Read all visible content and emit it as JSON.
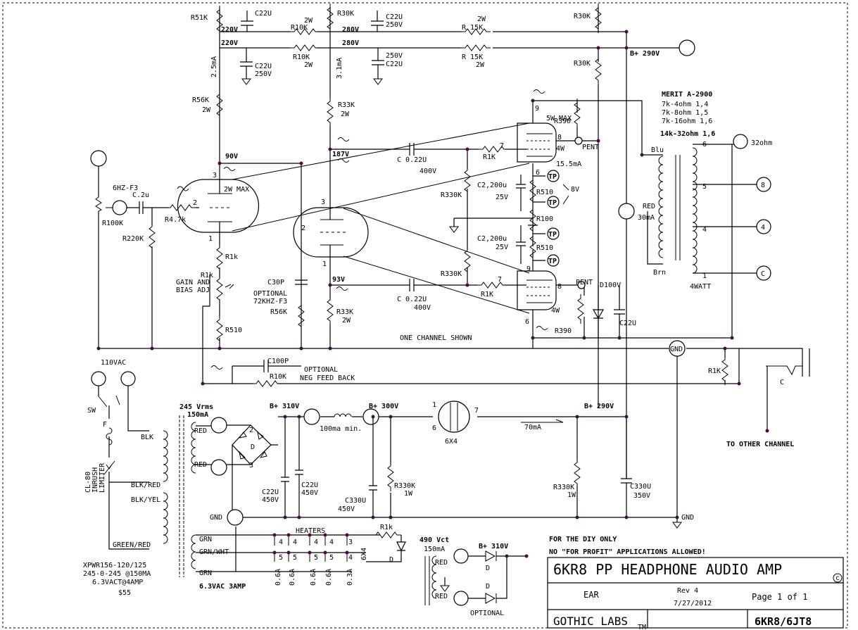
{
  "labels": {
    "r51k": "R51K",
    "c22u_top": "C22U",
    "v220_a": "220V",
    "v220_b": "220V",
    "r10k_a": "R10K",
    "r10k_a_w": "2W",
    "r10k_b": "R10K",
    "r10k_b_w": "2W",
    "r30k_a": "R30K",
    "v280_a": "280V",
    "v280_b": "280V",
    "c22u_mid": "C22U",
    "c22u_mid_v": "250V",
    "c250_a": "250V",
    "c250_a_c": "C22U",
    "r15k_a": "R 15K",
    "r15k_a_w": "2W",
    "r15k_b": "R 15K",
    "r15k_b_w": "2W",
    "r30k_b": "R30K",
    "r30k_c": "R30K",
    "bplus290_top": "B+ 290V",
    "ma25": "2.5mA",
    "ma31": "3.1mA",
    "c22u_left": "C22U",
    "c22u_left_v": "250V",
    "r56k_a": "R56K",
    "r56k_a_w": "2W",
    "r33k_a": "R33K",
    "r33k_a_w": "2W",
    "v90": "90V",
    "v187": "187V",
    "max2w": "2W MAX",
    "input_tube": "6HZ-F3",
    "c2u": "C.2u",
    "r47k": "R4.7k",
    "r100k": "R100K",
    "r220k": "R220K",
    "r1k_cath": "R1k",
    "r1k_gain": "R1k",
    "gain_adj": "GAIN AND",
    "bias_adj": "BIAS ADJ",
    "r510_cath": "R510",
    "c30p": "C30P",
    "optional": "OPTIONAL",
    "opt_72k": "72KHZ-F3",
    "r56k_b": "R56K",
    "v93": "93V",
    "r33k_b": "R33K",
    "r33k_b_w": "2W",
    "c022_a": "C 0.22U",
    "c022_a_v": "400V",
    "c022_b": "C 0.22U",
    "c022_b_v": "400V",
    "r1k_g1": "R1K",
    "r1k_g2": "R1K",
    "r330k_a": "R330K",
    "r330k_b": "R330K",
    "max5w": "5W MAX",
    "w4_a": "4W",
    "w4_b": "4W",
    "ma155": "15.5mA",
    "c2200_a": "C2,200u",
    "v25_a": "25V",
    "c2200_b": "C2,200u",
    "v25_b": "25V",
    "r510_a": "R510",
    "r510_b": "R510",
    "r100": "R100",
    "v8": "8V",
    "tp": "TP",
    "r390_a": "R390",
    "r390_b": "R390",
    "pent_a": "PENT",
    "pent_b": "PENT",
    "d100v": "D100V",
    "c22u_right": "C22U",
    "one_channel": "ONE CHANNEL SHOWN",
    "merit": "MERIT A-2900",
    "tap1": "7k-4ohm   1,4",
    "tap2": "7k-8ohm   1,5",
    "tap3": "7k-16ohm  1,6",
    "tap4": "14k-32ohm 1,6",
    "ohm32": "32ohm",
    "blu": "Blu",
    "red": "RED",
    "ma30": "30mA",
    "brn": "Brn",
    "watt4": "4WATT",
    "out8": "8",
    "out4": "4",
    "outC": "C",
    "gnd": "GND",
    "r1k_fb": "R1K",
    "c100p": "C100P",
    "r10k_fb": "R10K",
    "opt_fb": "OPTIONAL",
    "neg_fb": "NEG FEED BACK",
    "to_other": "TO OTHER CHANNEL",
    "jackC": "C",
    "vac110": "110VAC",
    "sw": "SW",
    "f": "F",
    "cl80": "CL-80",
    "inrush": "INRUSH",
    "limiter": "LIMITER",
    "blk": "BLK",
    "blkred": "BLK/RED",
    "blkyel": "BLK/YEL",
    "greenred": "GREEN/RED",
    "xpwr": "XPWR156-120/125",
    "sec": "245-0-245  @150MA",
    "heat": "6.3VACT@4AMP",
    "price": "$55",
    "vrms245": "245 Vrms",
    "ma150": "150mA",
    "red1": "RED",
    "red2": "RED",
    "d_bridge": "D",
    "grn": "GRN",
    "grnwht": "GRN/WHT",
    "grn2": "GRN",
    "vac63": "6.3VAC 3AMP",
    "bplus310": "B+ 310V",
    "bplus300": "B+ 300V",
    "bplus290": "B+ 290V",
    "choke": "100ma min.",
    "c22u_ps1": "C22U",
    "c22u_ps1_v": "450V",
    "c22u_ps2": "C22U",
    "c22u_ps2_v": "450V",
    "c330u_a": "C330U",
    "c330u_a_v": "450V",
    "r330k_ps": "R330K",
    "r330k_ps_w": "1W",
    "rect": "6X4",
    "ma70": "70mA",
    "r330k_ps2": "R330K",
    "r330k_ps2_w": "1W",
    "c330u_b": "C330U",
    "c330u_b_v": "350V",
    "heaters": "HEATERS",
    "r1k_led": "R1k",
    "d_led": "D",
    "a06_1": "0.6A",
    "a06_2": "0.6A",
    "a06_3": "0.6A",
    "a06_4": "0.6A",
    "a03": "0.3A",
    "x6x4": "6X4",
    "vct490": "490 Vct",
    "ma150b": "150mA",
    "bplus310b": "B+ 310V",
    "redA": "RED",
    "redB": "RED",
    "dA": "D",
    "dB": "D",
    "opt_psu": "OPTIONAL",
    "diy": "FOR THE DIY ONLY",
    "profit": "NO \"FOR PROFIT\"  APPLICATIONS ALLOWED!"
  },
  "title_block": {
    "title": "6KR8 PP HEADPHONE AUDIO AMP",
    "copyright": "c",
    "ear": "EAR",
    "rev": "Rev 4",
    "date": "7/27/2012",
    "page": "Page 1 of 1",
    "company": "GOTHIC LABS",
    "tm": "TM",
    "part": "6KR8/6JT8"
  },
  "pins": {
    "p1": "1",
    "p2": "2",
    "p3": "3",
    "p5": "5",
    "p6": "6",
    "p7": "7",
    "p8": "8",
    "p9": "9",
    "p4": "4"
  }
}
